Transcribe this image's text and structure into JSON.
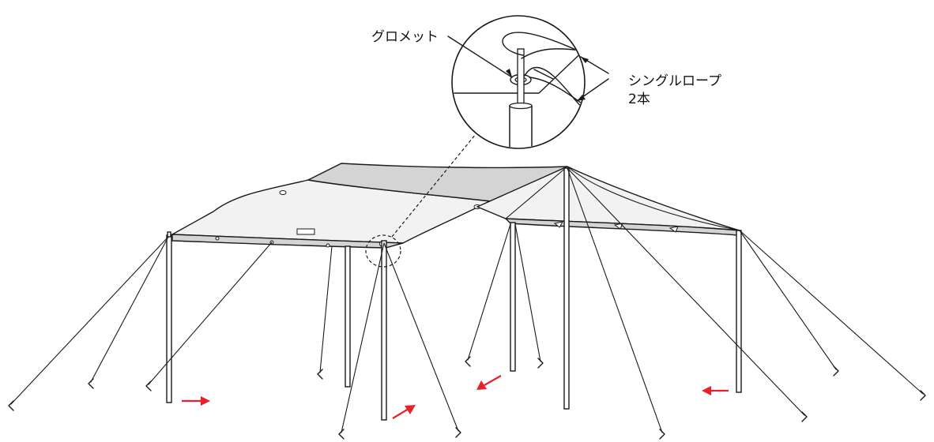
{
  "labels": {
    "grommet": "グロメット",
    "single_rope_line1": "シングルロープ",
    "single_rope_line2": "2本"
  },
  "colors": {
    "canopy_light": "#f2f2f2",
    "canopy_band": "#d4d4d4",
    "outline": "#1a1a1a",
    "arrow": "#e8202a"
  },
  "icons": {
    "direction_arrow": "red-arrow-icon",
    "stake": "stake-icon"
  }
}
